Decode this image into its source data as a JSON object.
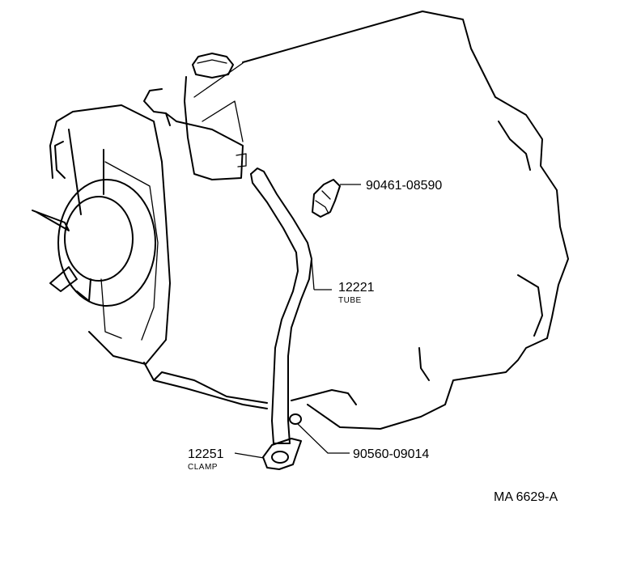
{
  "parts": [
    {
      "number": "90461-08590",
      "description": ""
    },
    {
      "number": "12221",
      "description": "TUBE"
    },
    {
      "number": "12251",
      "description": "CLAMP"
    },
    {
      "number": "90560-09014",
      "description": ""
    }
  ],
  "reference_code": "MA 6629-A"
}
